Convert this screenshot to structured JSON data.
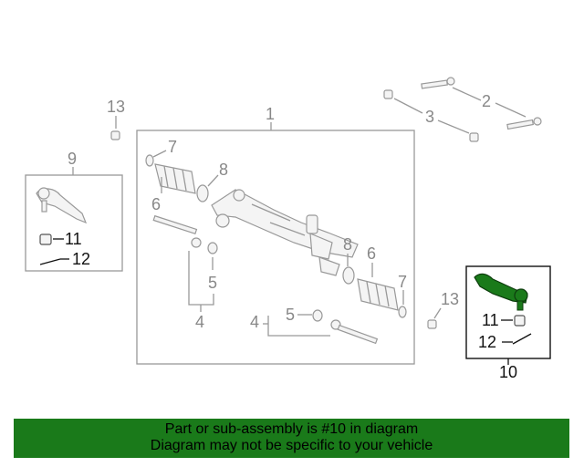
{
  "callouts": {
    "c1": "1",
    "c2": "2",
    "c3": "3",
    "c4a": "4",
    "c4b": "4",
    "c5a": "5",
    "c5b": "5",
    "c6a": "6",
    "c6b": "6",
    "c7a": "7",
    "c7b": "7",
    "c8a": "8",
    "c8b": "8",
    "c9": "9",
    "c10": "10",
    "c11a": "11",
    "c11b": "11",
    "c12a": "12",
    "c12b": "12",
    "c13a": "13",
    "c13b": "13"
  },
  "highlight_color": "#1a7a1a",
  "banner": {
    "line1": "Part or sub-assembly is #10 in diagram",
    "line2": "Diagram may not be specific to your vehicle"
  }
}
